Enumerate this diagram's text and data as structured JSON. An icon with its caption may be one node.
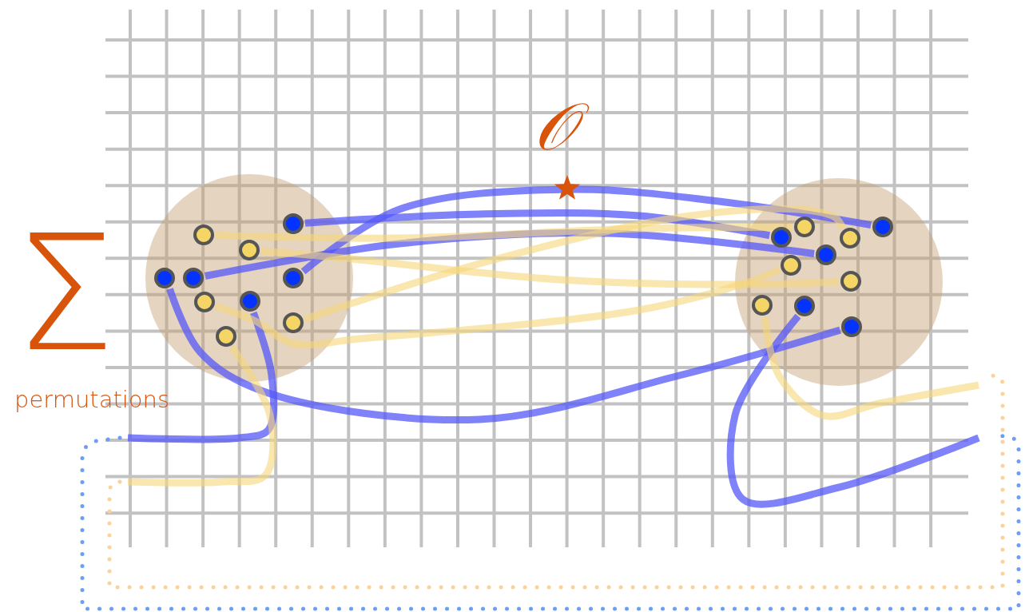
{
  "diagram": {
    "nodes": [
      {
        "text": [],
        "shape": "circle"
      },
      {
        "text": [],
        "shape": "circle",
        "in": 0
      },
      {
        "text": [],
        "shape": "circle",
        "in": 0
      },
      {
        "text": [],
        "shape": "circle",
        "in": 0
      },
      {
        "text": [],
        "shape": "circle",
        "in": 0
      },
      {
        "text": [],
        "shape": "circle",
        "in": 0
      },
      {
        "text": [],
        "shape": "circle",
        "in": 0
      },
      {
        "text": [],
        "shape": "circle",
        "in": 0
      },
      {
        "text": [],
        "shape": "circle",
        "in": 0
      },
      {
        "text": [],
        "shape": "circle",
        "in": 0
      },
      {
        "text": [],
        "shape": "circle",
        "in": 0
      },
      {
        "text": [],
        "shape": "circle"
      },
      {
        "text": [],
        "shape": "circle",
        "in": 11
      },
      {
        "text": [],
        "shape": "circle",
        "in": 11
      },
      {
        "text": [],
        "shape": "circle",
        "in": 11
      },
      {
        "text": [],
        "shape": "circle",
        "in": 11
      },
      {
        "text": [],
        "shape": "circle",
        "in": 11
      },
      {
        "text": [],
        "shape": "circle",
        "in": 11
      },
      {
        "text": [],
        "shape": "circle",
        "in": 11
      },
      {
        "text": [],
        "shape": "circle",
        "in": 11
      },
      {
        "text": [],
        "shape": "circle",
        "in": 11
      },
      {
        "text": [],
        "shape": "circle",
        "in": 11
      }
    ],
    "edges": [
      {
        "from": 1,
        "to": 14,
        "arrow": "none",
        "color": "#5558f8"
      },
      {
        "from": 5,
        "to": 16,
        "arrow": "none",
        "color": "#5558f8"
      },
      {
        "from": 6,
        "to": 12,
        "arrow": "none",
        "color": "#5558f8"
      },
      {
        "from": 4,
        "to": 21,
        "arrow": "none",
        "color": "#5558f8"
      },
      {
        "from": 7,
        "to": null,
        "arrow": "none",
        "color": "#5558f8"
      },
      {
        "from": 20,
        "to": null,
        "arrow": "none",
        "color": "#5558f8"
      },
      {
        "from": 2,
        "to": 13,
        "arrow": "none",
        "color": "#f7d77a"
      },
      {
        "from": 3,
        "to": 18,
        "arrow": "none",
        "color": "#f7d77a"
      },
      {
        "from": 8,
        "to": 17,
        "arrow": "none",
        "color": "#f7d77a"
      },
      {
        "from": 9,
        "to": 15,
        "arrow": "none",
        "color": "#f7d77a"
      },
      {
        "from": 10,
        "to": null,
        "arrow": "none",
        "color": "#f7d77a"
      },
      {
        "from": 19,
        "to": null,
        "arrow": "none",
        "color": "#f7d77a"
      }
    ],
    "labels": [
      "Σ",
      "permutations",
      "𝒪"
    ]
  }
}
